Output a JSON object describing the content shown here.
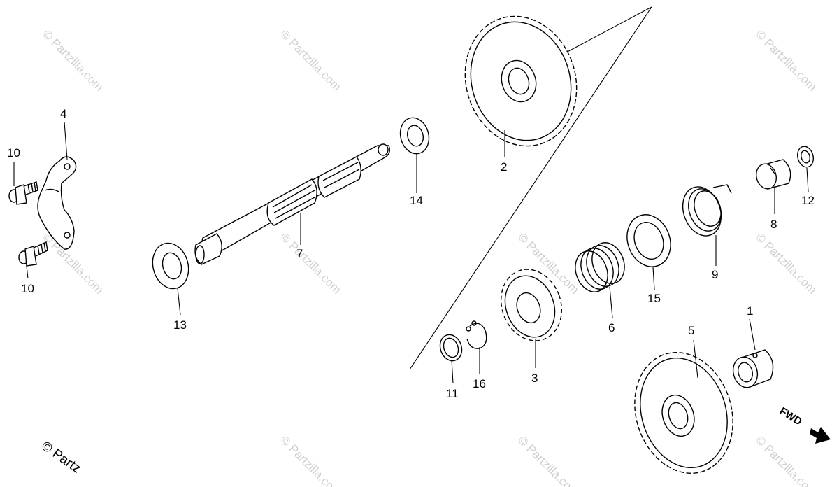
{
  "watermark": "© Partzilla.com",
  "copyright": "© Partz",
  "fwd_label": "FWD",
  "parts": [
    {
      "id": "p1",
      "label": "1"
    },
    {
      "id": "p2",
      "label": "2"
    },
    {
      "id": "p3",
      "label": "3"
    },
    {
      "id": "p4",
      "label": "4"
    },
    {
      "id": "p5",
      "label": "5"
    },
    {
      "id": "p6",
      "label": "6"
    },
    {
      "id": "p7",
      "label": "7"
    },
    {
      "id": "p8",
      "label": "8"
    },
    {
      "id": "p9",
      "label": "9"
    },
    {
      "id": "p10a",
      "label": "10"
    },
    {
      "id": "p10b",
      "label": "10"
    },
    {
      "id": "p11",
      "label": "11"
    },
    {
      "id": "p12",
      "label": "12"
    },
    {
      "id": "p13",
      "label": "13"
    },
    {
      "id": "p14",
      "label": "14"
    },
    {
      "id": "p15",
      "label": "15"
    },
    {
      "id": "p16",
      "label": "16"
    }
  ]
}
